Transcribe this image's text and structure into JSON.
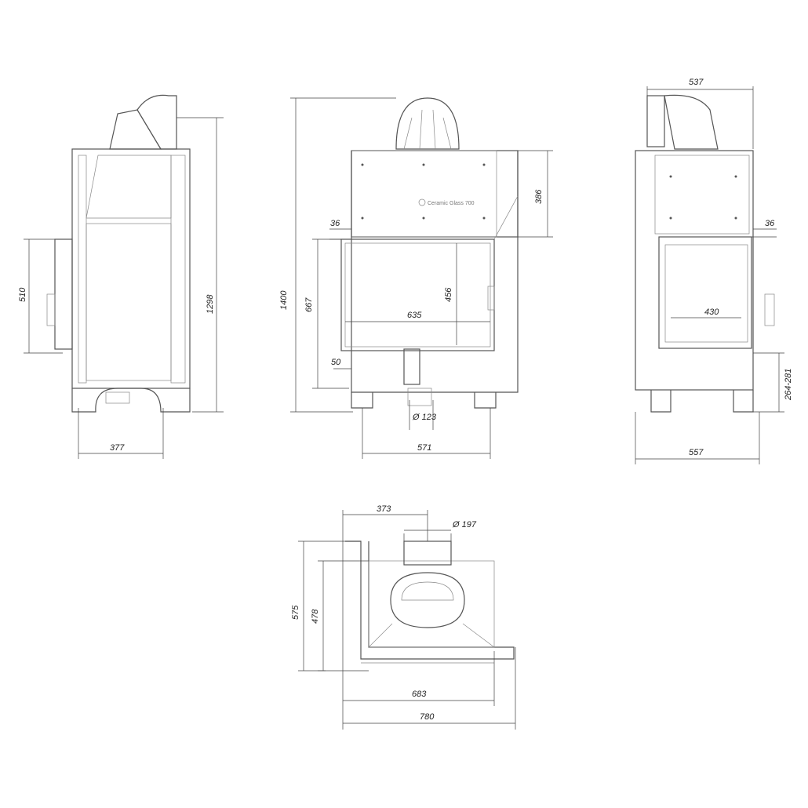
{
  "logo_text": "Ceramic Glass 700",
  "views": {
    "side_left": {
      "height": "1298",
      "width": "377",
      "handle_height": "510"
    },
    "front": {
      "total_height": "1400",
      "top_section": "386",
      "door_height": "667",
      "glass_height": "456",
      "glass_width": "635",
      "offset_top": "36",
      "offset_bottom": "50",
      "air_inlet": "Ø 123",
      "feet_width": "571"
    },
    "side_right": {
      "top_width": "537",
      "offset": "36",
      "glass_width": "430",
      "leg_height": "264-281",
      "width": "557"
    },
    "top": {
      "flue_offset": "373",
      "flue_diameter": "Ø 197",
      "depth": "575",
      "inner_depth": "478",
      "inner_width": "683",
      "width": "780"
    }
  }
}
